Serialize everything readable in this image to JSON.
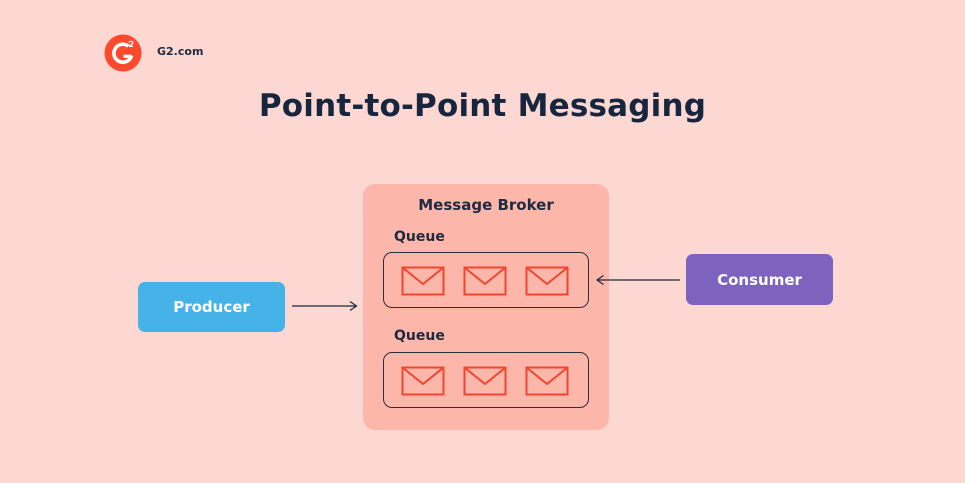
{
  "brand": {
    "logo_text": "G2",
    "site": "G2.com",
    "logo_color": "#ff492c"
  },
  "title": "Point-to-Point Messaging",
  "broker": {
    "title": "Message Broker",
    "queues": [
      {
        "label": "Queue",
        "messages": 3
      },
      {
        "label": "Queue",
        "messages": 3
      }
    ],
    "icon": "envelope-icon",
    "fill_color": "#fdb7aa"
  },
  "producer": {
    "label": "Producer",
    "color": "#45b3e8"
  },
  "consumer": {
    "label": "Consumer",
    "color": "#7d63bd"
  },
  "envelope_color": "#f0452f"
}
